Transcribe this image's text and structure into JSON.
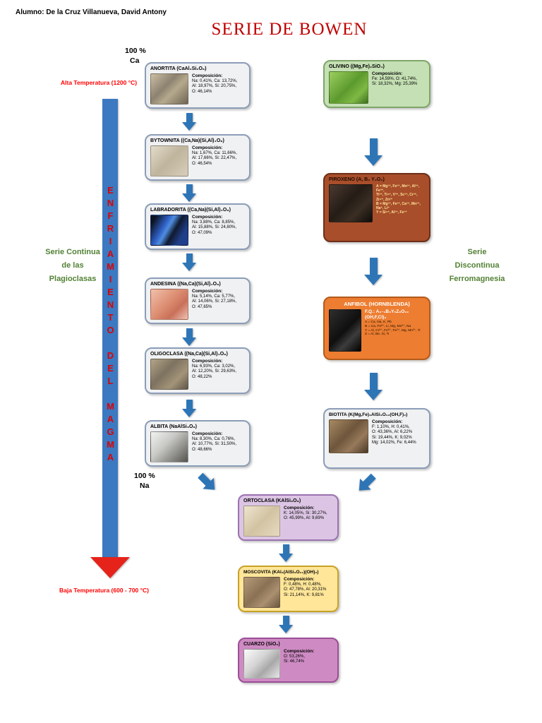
{
  "page": {
    "student": "Alumno: De la Cruz Villanueva, David Antony",
    "title": "SERIE DE BOWEN"
  },
  "strings": {
    "comp_label": "Composición:"
  },
  "scale": {
    "top_percent": "100 %",
    "top_element": "Ca",
    "bottom_percent": "100 %",
    "bottom_element": "Na"
  },
  "labels": {
    "alta_temp": "Alta Temperatura (1200 °C)",
    "baja_temp": "Baja Temperatura (600 - 700 °C)",
    "cooling_arrow": "ENFRIAMIENTO DEL MAGMA",
    "serie_continua": [
      "Serie Continua",
      "de las",
      "Plagioclasas"
    ],
    "serie_discontinua": [
      "Serie",
      "Discontinua",
      "Ferromagnesia"
    ]
  },
  "minerals": {
    "anortita": {
      "name": "ANORTITA (CaAl₂Si₂O₈)",
      "comp": [
        "Na: 0,41%, Ca: 13,72%,",
        "Al: 18,97%, Si: 20,75%,",
        "O: 46,14%"
      ]
    },
    "bytownita": {
      "name": "BYTOWNITA ((Ca,Na)(Si,Al)₄O₈)",
      "comp": [
        "Na: 1,67%, Ca: 11,66%,",
        "Al: 17,66%, Si: 22,47%,",
        "O: 46,54%"
      ]
    },
    "labradorita": {
      "name": "LABRADORITA ((Ca,Na)(Si,Al)₄O₈)",
      "comp": [
        "Na: 3,88%, Ca: 8,85%,",
        "Al: 15,88%, Si: 24,80%,",
        "O: 47,09%"
      ]
    },
    "andesina": {
      "name": "ANDESINA ((Na,Ca)(Si,Al)₄O₈)",
      "comp": [
        "Na: 5,14%, Ca: 5,77%,",
        "Al: 14,06%, Si: 27,18%,",
        "O: 47,65%"
      ]
    },
    "oligoclasa": {
      "name": "OLIGOCLASA ((Na,Ca)(Si,Al)₄O₈)",
      "comp": [
        "Na: 6,93%, Ca: 3,02%,",
        "Al: 12,20%, Si: 29,63%,",
        "O: 48,22%"
      ]
    },
    "albita": {
      "name": "ALBITA (NaAlSi₃O₈)",
      "comp": [
        "Na: 8,30%, Ca: 0,76%,",
        "Al: 10,77%, Si: 31,50%,",
        "O: 48,66%"
      ]
    },
    "olivino": {
      "name": "OLIVINO ((Mg,Fe)₂SiO₄)",
      "comp": [
        "Fe: 14,59%, O: 41,74%,",
        "Si: 18,32%, Mg: 25,39%"
      ]
    },
    "piroxeno": {
      "name": "PIROXENO (A, B₂ Y₂O₆)",
      "legend": [
        "A = Mg²⁺, Fe²⁺, Mn²⁺, Al³⁺, Fe³⁺,",
        "Ti³⁺, Ti⁴⁺, V³⁺, Sc³⁺, Cr³⁺, Zr⁴⁺, Zn²⁺",
        "B = Mg²⁺, Fe²⁺, Ca²⁺, Mn²⁺, Na⁺, Li⁺",
        "Y = Si⁴⁺, Al³⁺, Fe³⁺"
      ]
    },
    "anfibol": {
      "name": "ANFIBOL (HORNBLENDA)",
      "formula": "F.Q.: A₀₋₁B₂Y₅Z₈O₂₂ (OH,F,Cl)₂",
      "legend": [
        "A = Ca, Na, K, Pb",
        "B = Ca, Fe²⁺, Li, Mg, Mn²⁺, Na",
        "Y = Al, Cr³⁺, Fe³⁺, Fe²⁺, Mg, Mn²⁺, Ti",
        "Z = Al, Be, Si, Ti"
      ]
    },
    "biotita": {
      "name": "BIOTITA (K(Mg,Fe)₃AlSi₃O₁₀(OH,F)₂)",
      "comp": [
        "F: 1,10%, H: 0,41%,",
        "O: 43,36%, Al: 6,22%",
        "Si: 19,44%, K: 9,02%",
        "Mg: 14,02%, Fe: 6,44%"
      ]
    },
    "ortoclasa": {
      "name": "ORTOCLASA (KAlSi₃O₈)",
      "comp": [
        "K: 14,05%, Si: 30,27%,",
        "O: 45,99%, Al: 9,69%"
      ]
    },
    "moscovita": {
      "name": "MOSCOVITA (KAl₂(AlSi₃O₁₀)(OH)₂)",
      "comp": [
        "F: 0,48%, H: 0,48%,",
        "O: 47,78%, Al: 20,31%",
        "Si: 21,14%, K: 9,81%"
      ]
    },
    "cuarzo": {
      "name": "CUARZO (SiO₂)",
      "comp": [
        "O: 53,26%,",
        "Si: 46,74%"
      ]
    }
  },
  "colors": {
    "title_red": "#C00000",
    "temp_label_red": "#FF0000",
    "series_green": "#538135",
    "arrow_blue": "#2E75B6",
    "cooling_arrow_blue": "#3C79C0",
    "cooling_arrowhead_red": "#E5231B",
    "olivino_bg": "#C5E0B4",
    "piroxeno_bg": "#A84E2B",
    "anfibol_bg": "#ED7D31",
    "ortoclasa_bg": "#DCC5E4",
    "moscovita_bg": "#FFE699",
    "cuarzo_bg": "#CE8BC3"
  }
}
